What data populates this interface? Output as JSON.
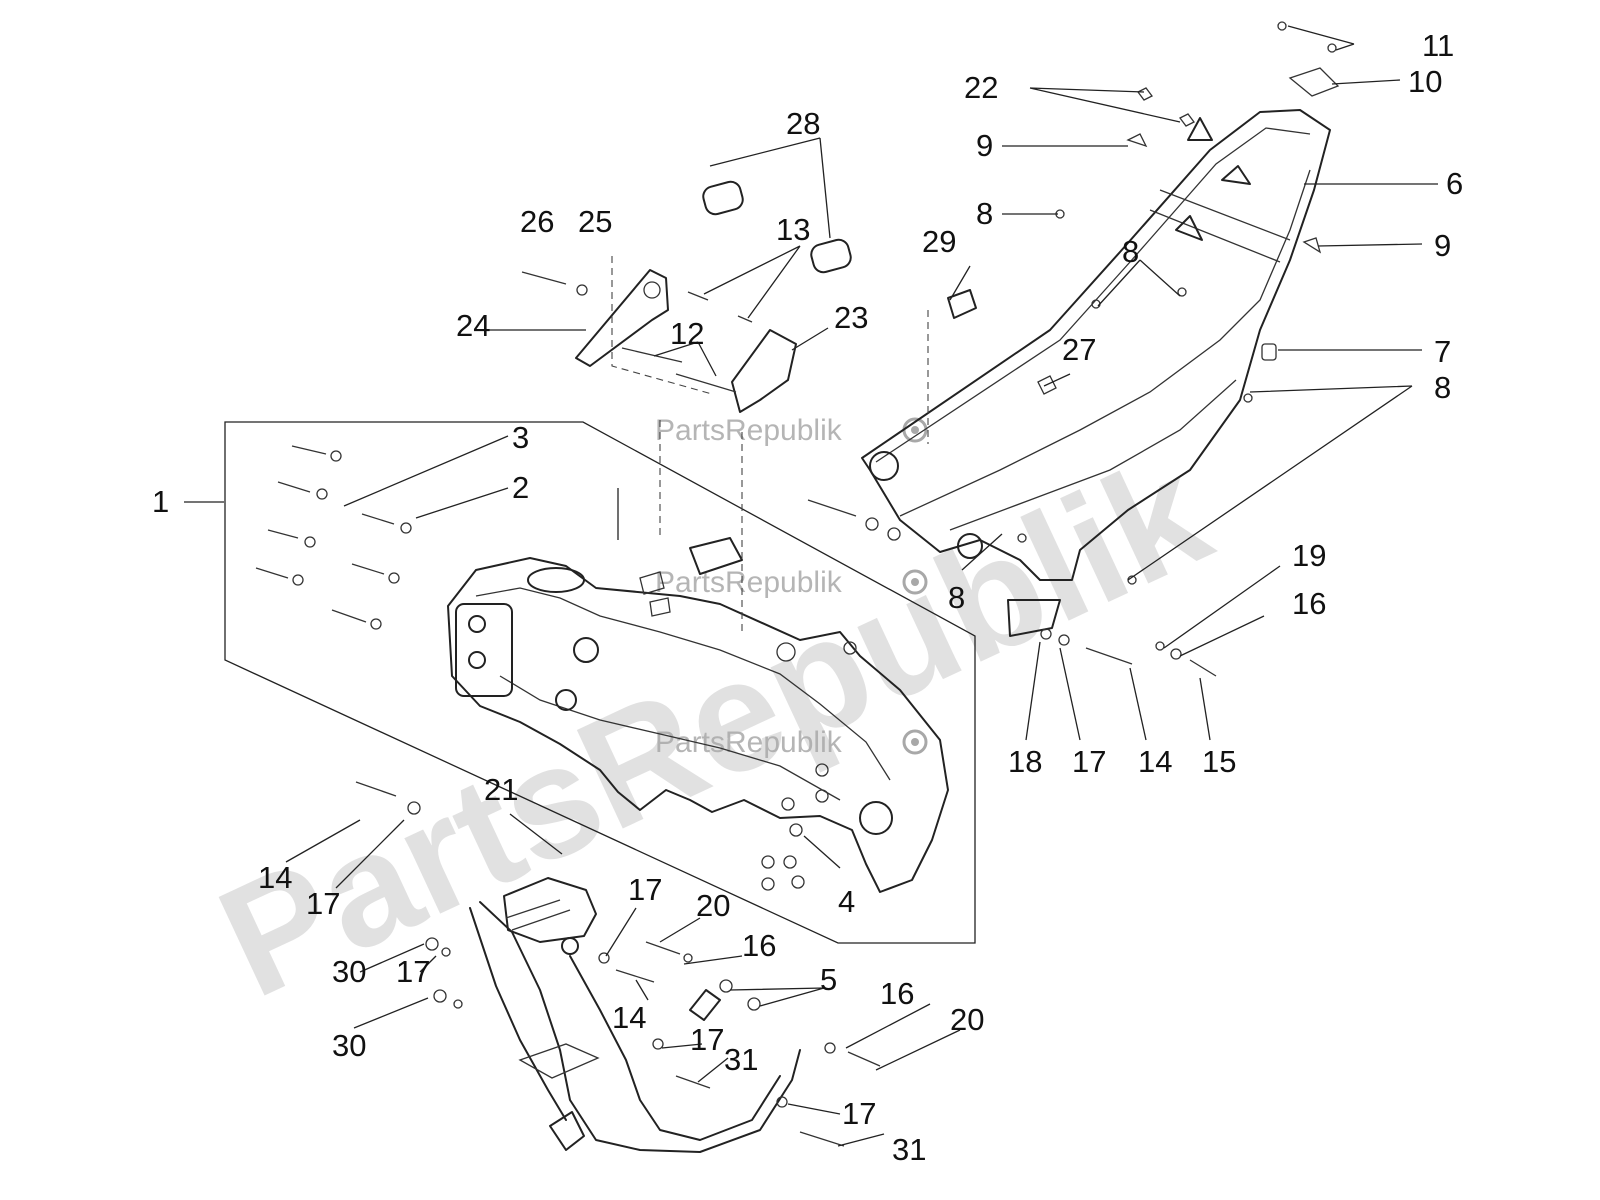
{
  "watermark": {
    "large_text": "PartsRepublik",
    "small_text": "PartsRepublik",
    "icon": "gear-icon",
    "color": "#c8c8c8"
  },
  "callouts": {
    "c1": "1",
    "c2": "2",
    "c3": "3",
    "c4": "4",
    "c5": "5",
    "c6": "6",
    "c7": "7",
    "c8a": "8",
    "c8b": "8",
    "c8c": "8",
    "c8d": "8",
    "c9a": "9",
    "c9b": "9",
    "c10": "10",
    "c11": "11",
    "c12": "12",
    "c13": "13",
    "c14a": "14",
    "c14b": "14",
    "c14c": "14",
    "c15": "15",
    "c16a": "16",
    "c16b": "16",
    "c16c": "16",
    "c17a": "17",
    "c17b": "17",
    "c17c": "17",
    "c17d": "17",
    "c17e": "17",
    "c17f": "17",
    "c18": "18",
    "c19": "19",
    "c20a": "20",
    "c20b": "20",
    "c21": "21",
    "c22": "22",
    "c23": "23",
    "c24": "24",
    "c25": "25",
    "c26": "26",
    "c27": "27",
    "c28": "28",
    "c29": "29",
    "c30a": "30",
    "c30b": "30",
    "c31a": "31",
    "c31b": "31"
  }
}
